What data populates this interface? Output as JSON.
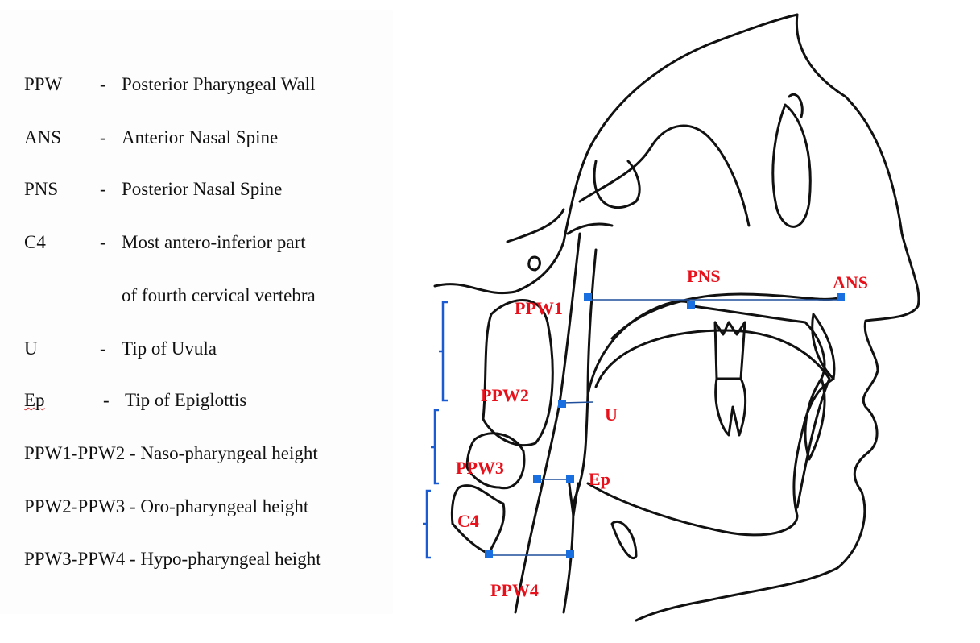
{
  "legend": [
    {
      "abbr": "PPW",
      "dash": "-",
      "desc": "Posterior Pharyngeal Wall"
    },
    {
      "abbr": "ANS",
      "dash": "-",
      "desc": "Anterior Nasal Spine"
    },
    {
      "abbr": "PNS",
      "dash": "-",
      "desc": "Posterior Nasal Spine"
    },
    {
      "abbr": "C4",
      "dash": "-",
      "desc": "Most antero-inferior part"
    },
    {
      "abbr": "",
      "dash": "",
      "desc": "of fourth cervical vertebra"
    },
    {
      "abbr": "U",
      "dash": "-",
      "desc": "Tip of Uvula"
    },
    {
      "abbr": "Ep",
      "dash": "-",
      "desc": "Tip of Epiglottis"
    }
  ],
  "heights": [
    "PPW1-PPW2 - Naso-pharyngeal height",
    "PPW2-PPW3 - Oro-pharyngeal height",
    "PPW3-PPW4 - Hypo-pharyngeal height"
  ],
  "labels": {
    "pns": "PNS",
    "ans": "ANS",
    "ppw1": "PPW1",
    "ppw2": "PPW2",
    "u": "U",
    "ppw3": "PPW3",
    "ep": "Ep",
    "c4": "C4",
    "ppw4": "PPW4"
  },
  "colors": {
    "label": "#e8101a",
    "marker": "#1a6fe0",
    "line": "#1f4f9a",
    "outline": "#111111"
  }
}
